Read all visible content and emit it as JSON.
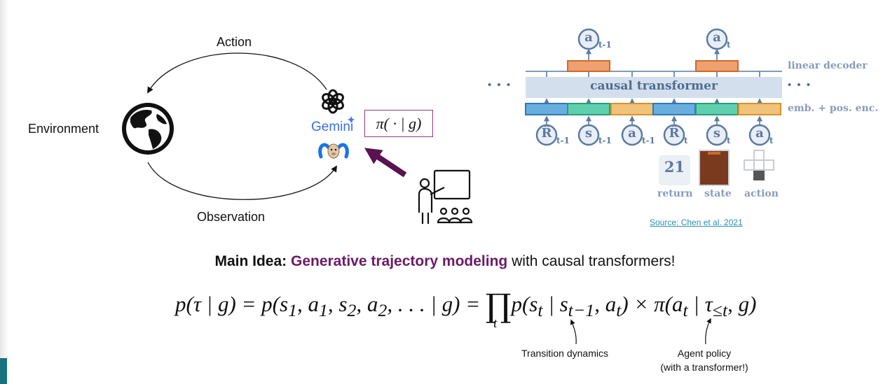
{
  "loop": {
    "action_label": "Action",
    "observation_label": "Observation",
    "environment_label": "Environment"
  },
  "agents": {
    "gemini_label": "Gemini",
    "policy": "π( · | g)"
  },
  "dt_figure": {
    "linear_decoder": "linear decoder",
    "causal_transformer": "causal transformer",
    "embedding": "emb. + pos. enc.",
    "ellipsis_left": "• • •",
    "ellipsis_right": "• • •",
    "outputs": [
      {
        "letter": "a",
        "sub": "t-1"
      },
      {
        "letter": "a",
        "sub": "t"
      }
    ],
    "inputs": [
      {
        "letter": "R̂",
        "sub": "t-1"
      },
      {
        "letter": "s",
        "sub": "t-1"
      },
      {
        "letter": "a",
        "sub": "t-1"
      },
      {
        "letter": "R̂",
        "sub": "t"
      },
      {
        "letter": "s",
        "sub": "t"
      },
      {
        "letter": "a",
        "sub": "t"
      }
    ],
    "return_value": "21",
    "legend": [
      "return",
      "state",
      "action"
    ],
    "colors": {
      "return": "#6aaee0",
      "state": "#5fcfad",
      "action": "#f0c27a",
      "decoder": "#eea070",
      "transformer": "#d3dfec",
      "ink": "#5a7aa3"
    },
    "source": "Source: Chen et al. 2021"
  },
  "main_idea": {
    "prefix": "Main Idea:",
    "highlight": "Generative trajectory modeling",
    "suffix": "with causal transformers!"
  },
  "equation": {
    "lhs": "p(τ | g) = p(s",
    "text": "p(τ | g) = p(s1, a1, s2, a2, . . . | g) = ∏t p(st | st−1, at) × π(at | τ≤t, g)"
  },
  "annotations": {
    "transition": "Transition dynamics",
    "policy_line1": "Agent policy",
    "policy_line2": "(with a transformer!)"
  }
}
